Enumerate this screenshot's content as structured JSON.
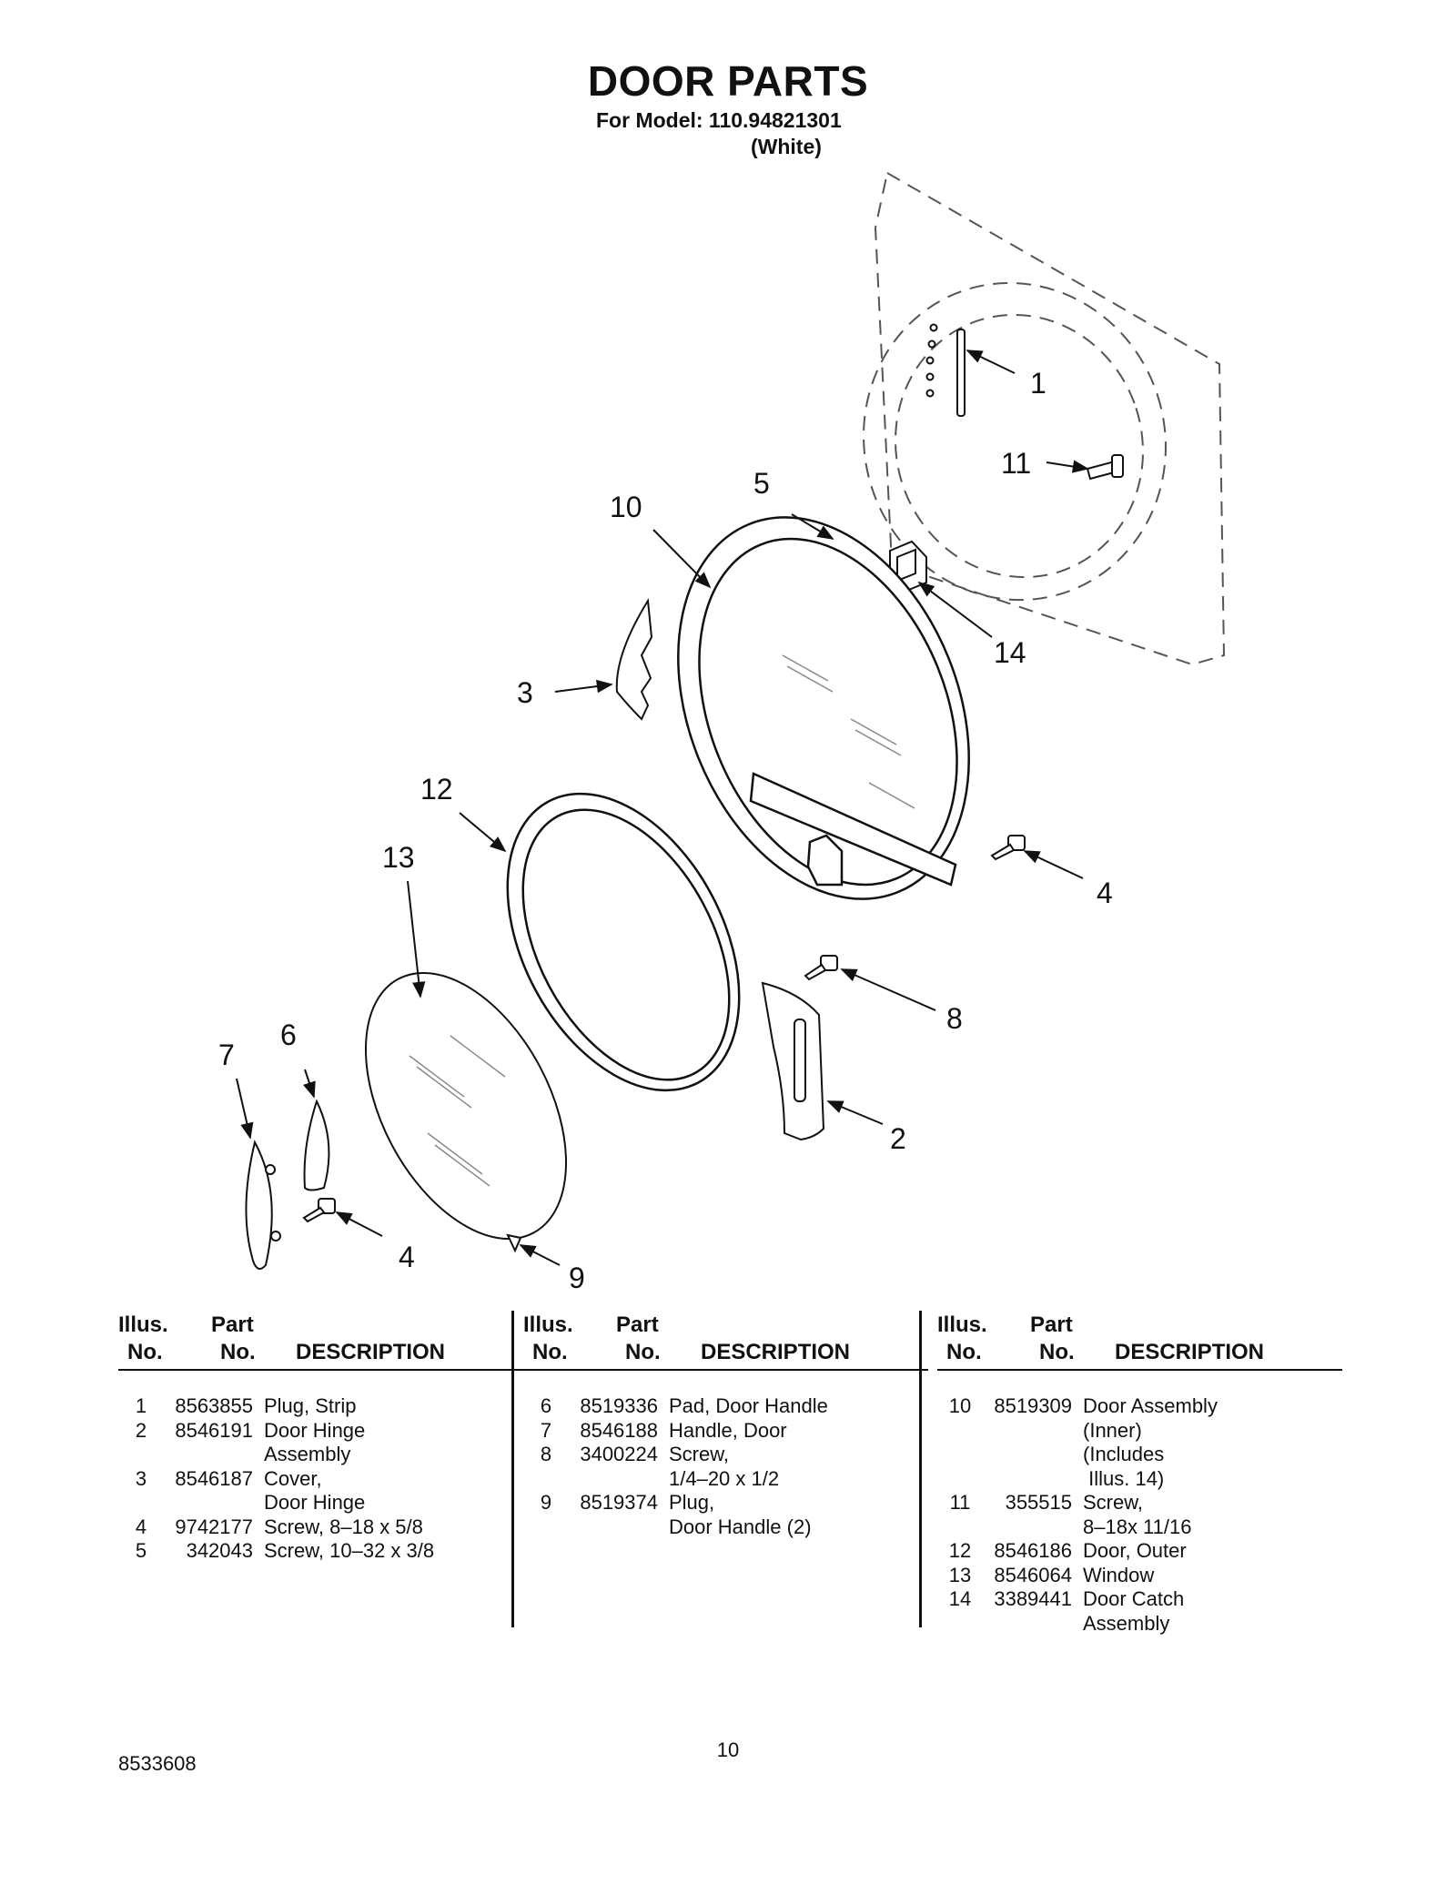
{
  "header": {
    "title": "DOOR PARTS",
    "model_line": "For Model: 110.94821301",
    "color": "(White)"
  },
  "callouts": [
    "1",
    "11",
    "5",
    "10",
    "14",
    "3",
    "12",
    "13",
    "4",
    "8",
    "7",
    "6",
    "2",
    "4",
    "9"
  ],
  "table": {
    "headers": {
      "illus_top": "Illus.",
      "illus_bottom": "No.",
      "part_top": "Part",
      "part_bottom": "No.",
      "description": "DESCRIPTION"
    },
    "columns": [
      {
        "rows": [
          {
            "no": "1",
            "part": "8563855",
            "desc": "Plug, Strip"
          },
          {
            "no": "2",
            "part": "8546191",
            "desc": "Door Hinge"
          },
          {
            "no": "",
            "part": "",
            "desc": "Assembly"
          },
          {
            "no": "3",
            "part": "8546187",
            "desc": "Cover,"
          },
          {
            "no": "",
            "part": "",
            "desc": "Door Hinge"
          },
          {
            "no": "4",
            "part": "9742177",
            "desc": "Screw, 8–18 x 5/8"
          },
          {
            "no": "5",
            "part": "342043",
            "desc": "Screw, 10–32 x 3/8"
          }
        ]
      },
      {
        "rows": [
          {
            "no": "6",
            "part": "8519336",
            "desc": "Pad, Door Handle"
          },
          {
            "no": "7",
            "part": "8546188",
            "desc": "Handle, Door"
          },
          {
            "no": "8",
            "part": "3400224",
            "desc": "Screw,"
          },
          {
            "no": "",
            "part": "",
            "desc": "1/4–20 x 1/2"
          },
          {
            "no": "9",
            "part": "8519374",
            "desc": "Plug,"
          },
          {
            "no": "",
            "part": "",
            "desc": "Door Handle (2)"
          }
        ]
      },
      {
        "rows": [
          {
            "no": "10",
            "part": "8519309",
            "desc": "Door Assembly"
          },
          {
            "no": "",
            "part": "",
            "desc": "(Inner)"
          },
          {
            "no": "",
            "part": "",
            "desc": "(Includes"
          },
          {
            "no": "",
            "part": "",
            "desc": " Illus. 14)"
          },
          {
            "no": "11",
            "part": "355515",
            "desc": "Screw,"
          },
          {
            "no": "",
            "part": "",
            "desc": "8–18x 11/16"
          },
          {
            "no": "12",
            "part": "8546186",
            "desc": "Door, Outer"
          },
          {
            "no": "13",
            "part": "8546064",
            "desc": "Window"
          },
          {
            "no": "14",
            "part": "3389441",
            "desc": "Door Catch"
          },
          {
            "no": "",
            "part": "",
            "desc": "Assembly"
          }
        ]
      }
    ]
  },
  "footer": {
    "doc_number": "8533608",
    "page_number": "10"
  }
}
